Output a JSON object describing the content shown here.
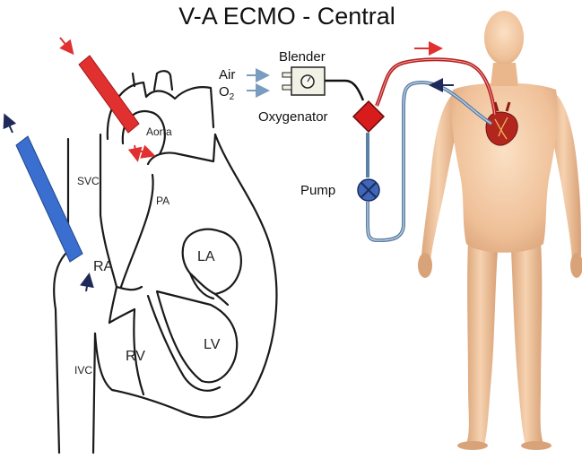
{
  "title": "V-A ECMO - Central",
  "heart_labels": {
    "aorta": "Aorta",
    "svc": "SVC",
    "pa": "PA",
    "ra": "RA",
    "la": "LA",
    "rv": "RV",
    "lv": "LV",
    "ivc": "IVC"
  },
  "circuit_labels": {
    "blender": "Blender",
    "air": "Air",
    "o2": "O",
    "o2_subscript": "2",
    "oxygenator": "Oxygenator",
    "pump": "Pump"
  },
  "colors": {
    "arterial_red": "#e03030",
    "venous_blue": "#3a6fcf",
    "tubing_blue": "#5b7fa6",
    "oxygenator_red": "#d81c1c",
    "pump_blue": "#3f66b8",
    "skin": "#f3c9a0",
    "outline": "#1a1a1a"
  }
}
